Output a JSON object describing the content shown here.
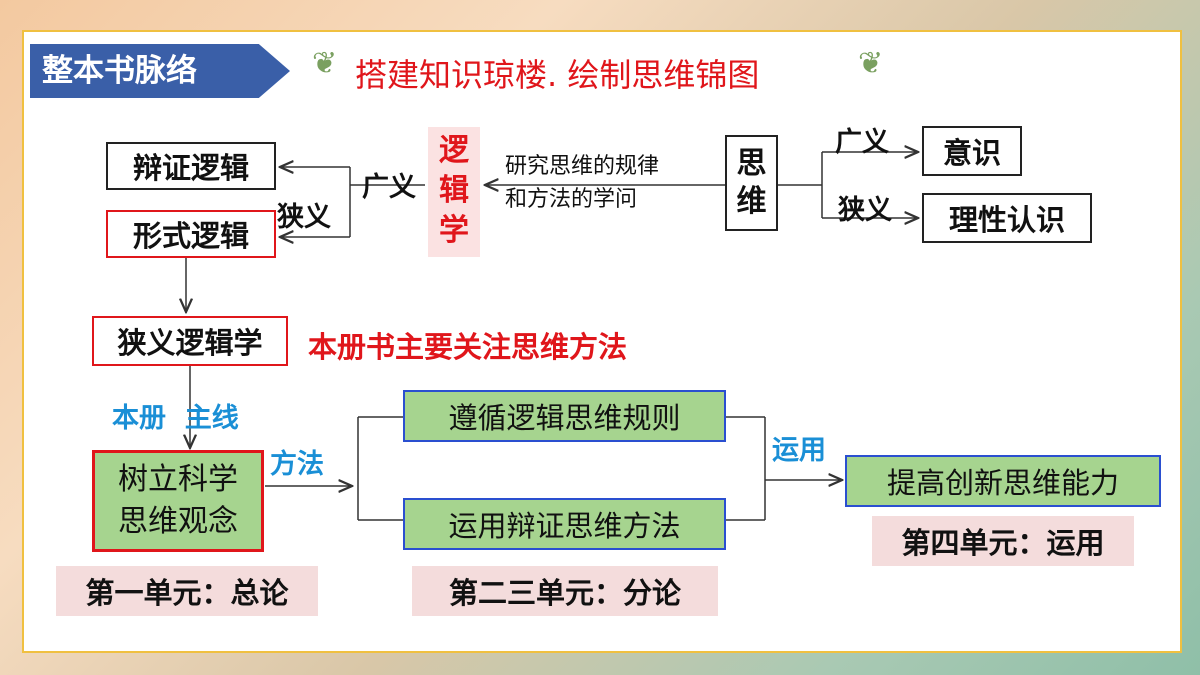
{
  "header": {
    "tag": "整本书脉络",
    "subtitle": "搭建知识琼楼. 绘制思维锦图",
    "leaf_icon": "leaf-icon"
  },
  "diagram": {
    "logic": "逻辑学",
    "logic_chars": [
      "逻",
      "辑",
      "学"
    ],
    "definition_line1": "研究思维的规律",
    "definition_line2": "和方法的学问",
    "thinking_chars": [
      "思",
      "维"
    ],
    "broad": "广义",
    "narrow": "狭义",
    "consciousness": "意识",
    "rational": "理性认识",
    "dialectical_logic": "辩证逻辑",
    "formal_logic": "形式逻辑",
    "narrow_logic": "狭义逻辑学",
    "focus_note": "本册书主要关注思维方法",
    "mainline": "本册  主线",
    "establish_line1": "树立科学",
    "establish_line2": "思维观念",
    "method": "方法",
    "follow_rules": "遵循逻辑思维规则",
    "use_dialectic": "运用辩证思维方法",
    "apply": "运用",
    "improve": "提高创新思维能力",
    "unit1": "第一单元：总论",
    "unit23": "第二三单元：分论",
    "unit4": "第四单元：运用"
  }
}
